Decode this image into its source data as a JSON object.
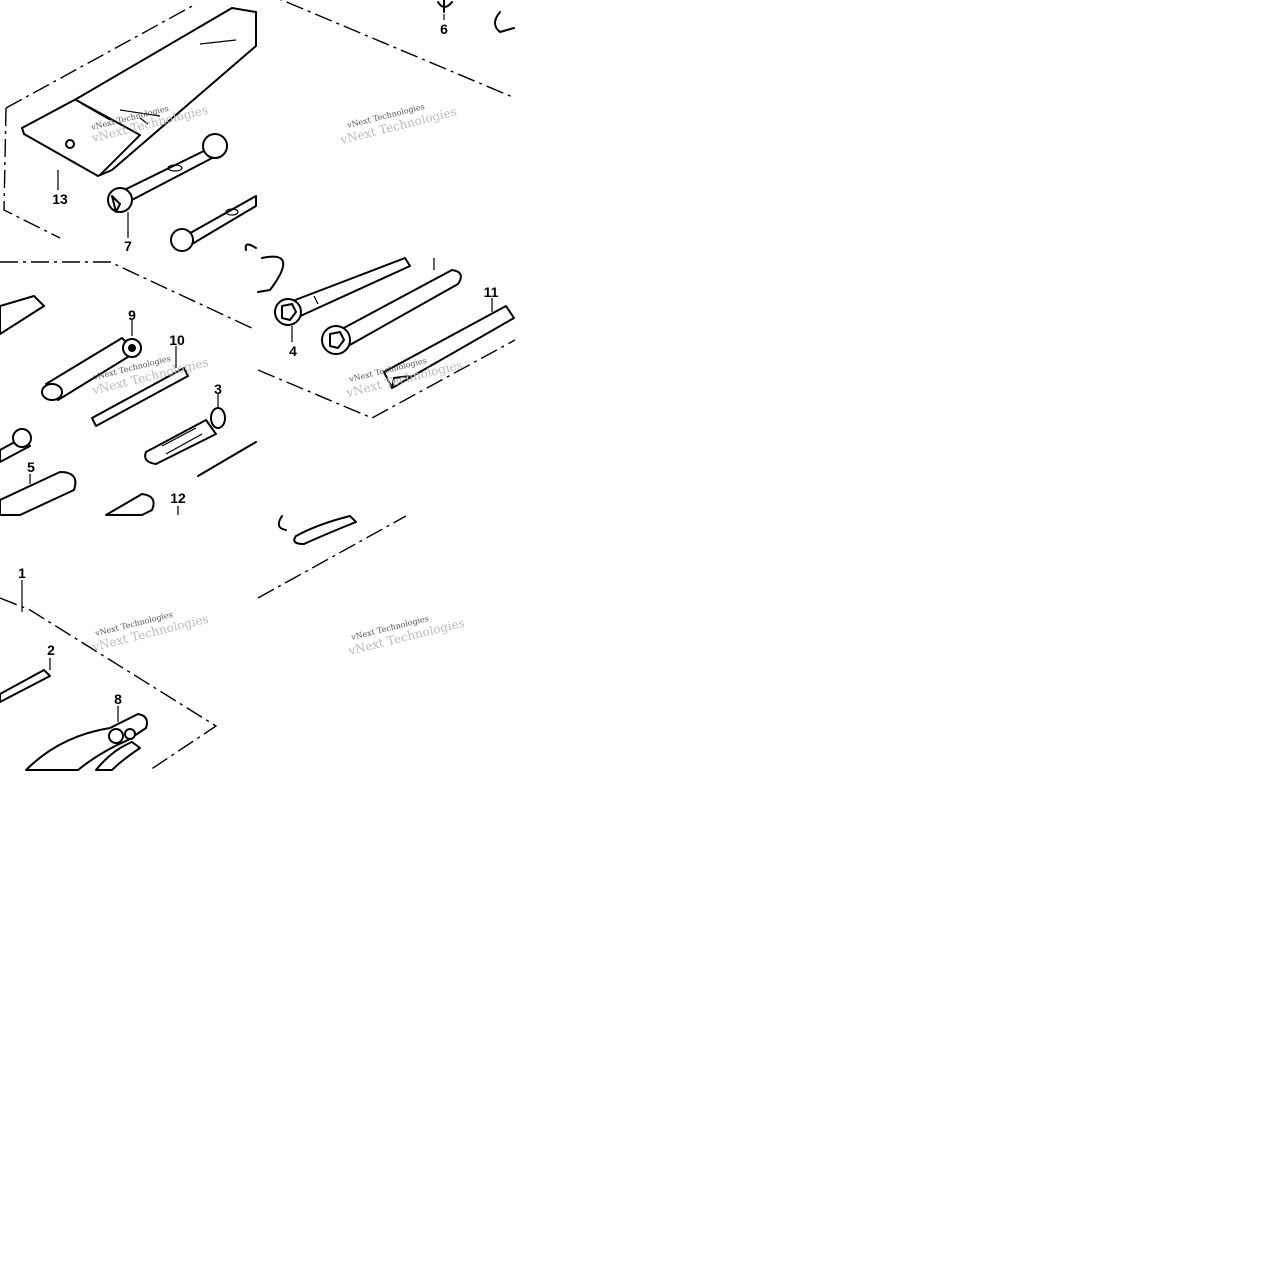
{
  "callouts": [
    {
      "id": "c6",
      "label": "6"
    },
    {
      "id": "c13",
      "label": "13"
    },
    {
      "id": "c7",
      "label": "7"
    },
    {
      "id": "c9",
      "label": "9"
    },
    {
      "id": "c10",
      "label": "10"
    },
    {
      "id": "c3",
      "label": "3"
    },
    {
      "id": "c4",
      "label": "4"
    },
    {
      "id": "c11",
      "label": "11"
    },
    {
      "id": "c5",
      "label": "5"
    },
    {
      "id": "c12",
      "label": "12"
    },
    {
      "id": "c1",
      "label": "1"
    },
    {
      "id": "c2",
      "label": "2"
    },
    {
      "id": "c8",
      "label": "8"
    }
  ],
  "watermark": {
    "line1": "vNext Technologies",
    "line2": "vNext Technologies"
  },
  "colors": {
    "ink": "#000000",
    "background": "#ffffff",
    "watermark": "#bbbbbb"
  }
}
